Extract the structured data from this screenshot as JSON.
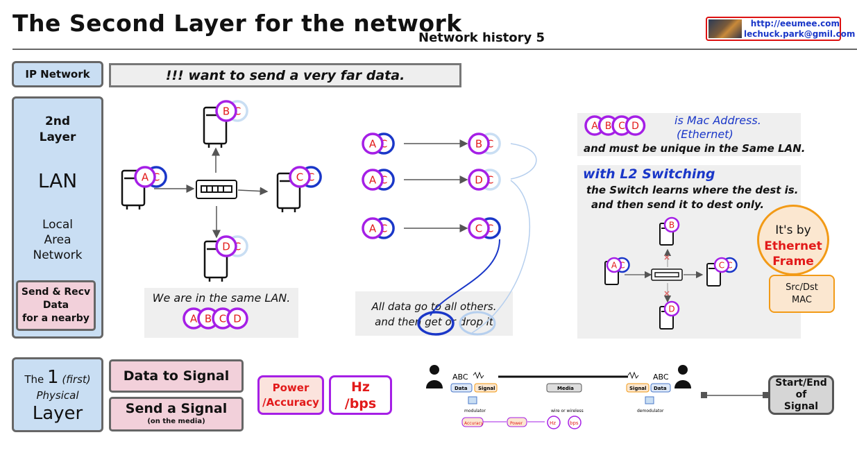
{
  "header": {
    "title": "The Second Layer for the network",
    "subtitle": "Network history 5",
    "url": "http://eeumee.com",
    "email": "lechuck.park@gmil.com"
  },
  "ip_network": {
    "label": "IP Network",
    "message": "!!! want to send a very far data."
  },
  "layer2": {
    "line1": "2nd",
    "line2": "Layer",
    "lan": "LAN",
    "local1": "Local",
    "local2": "Area",
    "local3": "Network",
    "send1": "Send & Recv",
    "send2": "Data",
    "send3": "for a nearby"
  },
  "lan_diagram": {
    "caption": "We are in the same LAN.",
    "mac_list": [
      "A",
      "B",
      "C",
      "D"
    ],
    "nodes": [
      {
        "id": "top",
        "mac": "B",
        "addr": "C"
      },
      {
        "id": "left",
        "mac": "A",
        "addr": "C"
      },
      {
        "id": "right",
        "mac": "C",
        "addr": "C"
      },
      {
        "id": "bottom",
        "mac": "D",
        "addr": "C"
      }
    ]
  },
  "flood_diagram": {
    "caption1": "All data go to all others.",
    "caption2_pre": "and then",
    "caption2_word": "get",
    "caption2_post": "or drop it",
    "rows": [
      {
        "src_mac": "A",
        "src_addr": "C",
        "dst_mac": "B",
        "dst_addr": "C"
      },
      {
        "src_mac": "A",
        "src_addr": "C",
        "dst_mac": "D",
        "dst_addr": "C"
      },
      {
        "src_mac": "A",
        "src_addr": "C",
        "dst_mac": "C",
        "dst_addr": "C"
      }
    ]
  },
  "mac_info": {
    "letters": [
      "A",
      "B",
      "C",
      "D"
    ],
    "line1": "is Mac Address.",
    "line2": "(Ethernet)",
    "line3": "and must be unique in the Same LAN."
  },
  "switching": {
    "title": "with L2 Switching",
    "line1": "the Switch learns where the dest is.",
    "line2": "and then send it to dest only.",
    "nodes": {
      "top": "B",
      "left_mac": "A",
      "left_addr": "C",
      "right_mac": "C",
      "right_addr": "C",
      "bottom": "D"
    }
  },
  "ethernet": {
    "line1": "It's by",
    "line2": "Ethernet",
    "line3": "Frame",
    "mac1": "Src/Dst",
    "mac2": "MAC"
  },
  "layer1": {
    "pre": "The",
    "num": "1",
    "paren": "(first)",
    "line2": "Physical",
    "line3": "Layer",
    "data_to_signal": "Data to Signal",
    "send_signal": "Send a Signal",
    "send_signal_sub": "(on the media)",
    "power1": "Power",
    "power2": "/Accuracy",
    "hz1": "Hz",
    "hz2": "/bps",
    "start1": "Start/End",
    "start2": "of",
    "start3": "Signal"
  },
  "physical_mini": {
    "abc_left": "ABC",
    "abc_right": "ABC",
    "data": "Data",
    "signal": "Signal",
    "media": "Media",
    "modulator": "modulator",
    "demodulator": "demodulator",
    "wire": "wire or wireless",
    "accuracy": "Accuracy",
    "power": "Power",
    "hz": "Hz",
    "bps": "bps"
  },
  "colors": {
    "accent_blue": "#1a37c8",
    "purple": "#a51fe6",
    "red": "#e21a1a",
    "orange": "#f29a16",
    "panel_blue": "#c9def3",
    "panel_pink": "#f2d0da"
  }
}
